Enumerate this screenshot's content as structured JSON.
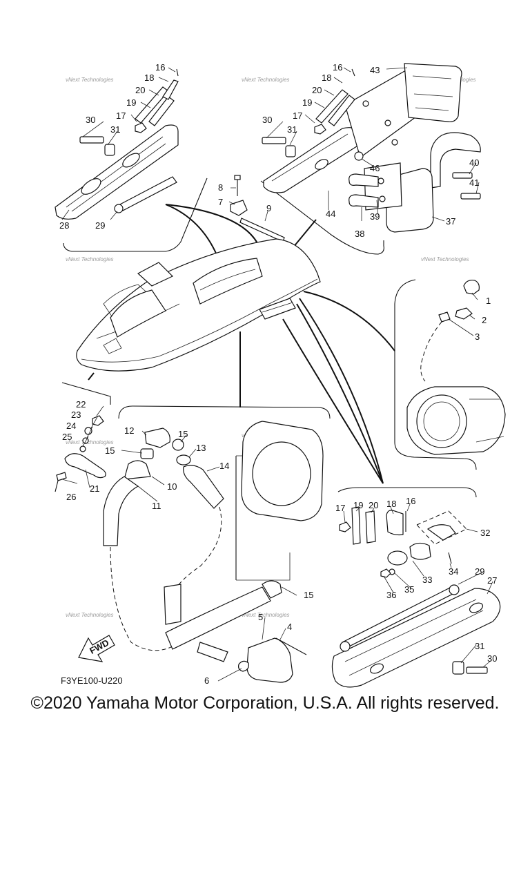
{
  "diagram_code": "F3YE100-U220",
  "direction_label": "FWD",
  "watermark": "vNext Technologies",
  "copyright": "©2020 Yamaha Motor Corporation, U.S.A. All rights reserved.",
  "callouts": {
    "n1": "1",
    "n2": "2",
    "n3": "3",
    "n4": "4",
    "n5": "5",
    "n6": "6",
    "n7": "7",
    "n8": "8",
    "n9": "9",
    "n10": "10",
    "n11": "11",
    "n12": "12",
    "n13": "13",
    "n14": "14",
    "n15": "15",
    "n16": "16",
    "n17": "17",
    "n18": "18",
    "n19": "19",
    "n20": "20",
    "n21": "21",
    "n22": "22",
    "n23": "23",
    "n24": "24",
    "n25": "25",
    "n26": "26",
    "n27": "27",
    "n28": "28",
    "n29": "29",
    "n30": "30",
    "n31": "31",
    "n32": "32",
    "n33": "33",
    "n34": "34",
    "n35": "35",
    "n36": "36",
    "n37": "37",
    "n38": "38",
    "n39": "39",
    "n40": "40",
    "n41": "41",
    "n43": "43",
    "n44": "44",
    "n46": "46"
  }
}
